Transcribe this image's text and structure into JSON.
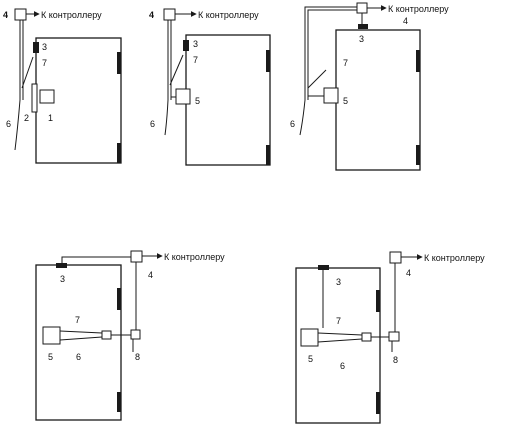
{
  "labels": {
    "controller": "К контроллеру",
    "n1": "1",
    "n2": "2",
    "n3": "3",
    "n4": "4",
    "n5": "5",
    "n6": "6",
    "n7": "7",
    "n8": "8"
  },
  "colors": {
    "ink": "#1a1a1a",
    "paper": "#ffffff"
  }
}
